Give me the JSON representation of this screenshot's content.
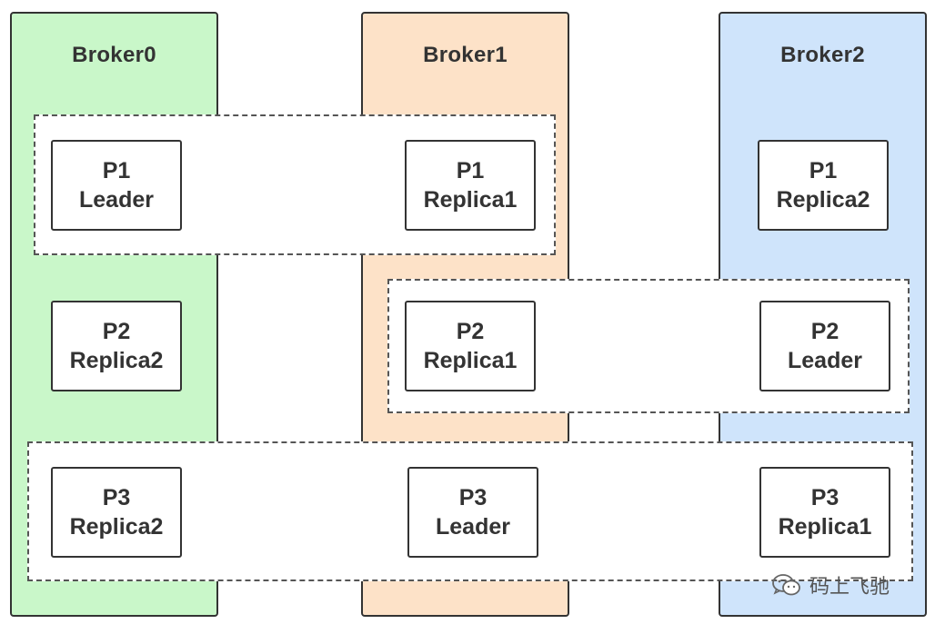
{
  "colors": {
    "broker0_fill": "#c9f7c9",
    "broker1_fill": "#fde2c8",
    "broker2_fill": "#cfe4fb",
    "border": "#333333",
    "dashed": "#555555"
  },
  "brokers": [
    {
      "name": "Broker0"
    },
    {
      "name": "Broker1"
    },
    {
      "name": "Broker2"
    }
  ],
  "partitions": {
    "p1": [
      {
        "id": "P1",
        "role": "Leader"
      },
      {
        "id": "P1",
        "role": "Replica1"
      },
      {
        "id": "P1",
        "role": "Replica2"
      }
    ],
    "p2": [
      {
        "id": "P2",
        "role": "Replica2"
      },
      {
        "id": "P2",
        "role": "Replica1"
      },
      {
        "id": "P2",
        "role": "Leader"
      }
    ],
    "p3": [
      {
        "id": "P3",
        "role": "Replica2"
      },
      {
        "id": "P3",
        "role": "Leader"
      },
      {
        "id": "P3",
        "role": "Replica1"
      }
    ]
  },
  "watermark": {
    "text": "码上飞驰",
    "icon": "wechat-icon"
  }
}
